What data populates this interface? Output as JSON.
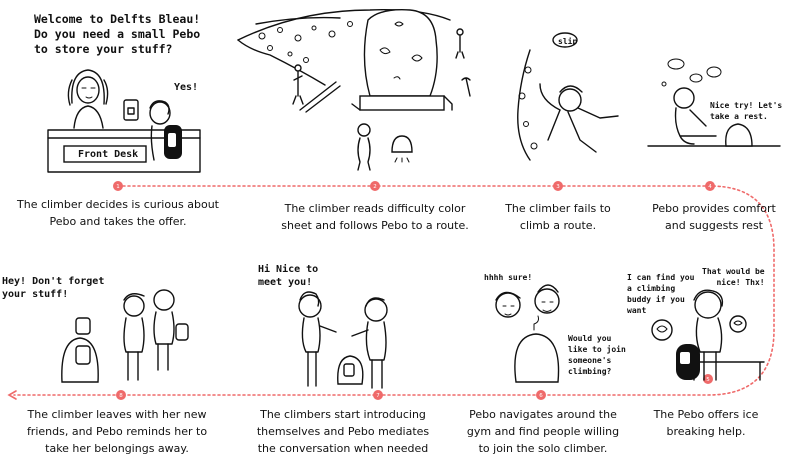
{
  "speech": {
    "welcome": "Welcome to Delfts Bleau!\nDo you need a small Pebo\nto store your stuff?",
    "yes": "Yes!",
    "front_desk": "Front Desk",
    "slip": "slip",
    "nice_try": "Nice try! Let's\ntake a rest.",
    "dont_forget": "Hey! Don't forget\nyour stuff!",
    "hi_nice": "Hi Nice to\nmeet you!",
    "hhhh_sure": "hhhh sure!",
    "join": "Would you\nlike to join\nsomeone's\nclimbing?",
    "find_buddy": "I can find you\na climbing\nbuddy if you\nwant",
    "that_would": "That would be\nnice! Thx!"
  },
  "steps": [
    {
      "num": "1",
      "caption": "The climber decides is curious about\nPebo and takes the offer."
    },
    {
      "num": "2",
      "caption": "The climber reads difficulty color\nsheet and follows Pebo to a route."
    },
    {
      "num": "3",
      "caption": "The climber fails to\nclimb a route."
    },
    {
      "num": "4",
      "caption": "Pebo provides comfort\nand suggests rest"
    },
    {
      "num": "5",
      "caption": "The Pebo offers ice\nbreaking help."
    },
    {
      "num": "6",
      "caption": "Pebo navigates around the\ngym and find people willing\nto join the solo climber."
    },
    {
      "num": "7",
      "caption": "The climbers start introducing\nthemselves and Pebo mediates\nthe conversation when needed"
    },
    {
      "num": "8",
      "caption": "The climber leaves with her new\nfriends, and Pebo reminds her to\ntake her belongings away."
    }
  ],
  "colors": {
    "path": "#ef6a6a",
    "ink": "#111111"
  }
}
